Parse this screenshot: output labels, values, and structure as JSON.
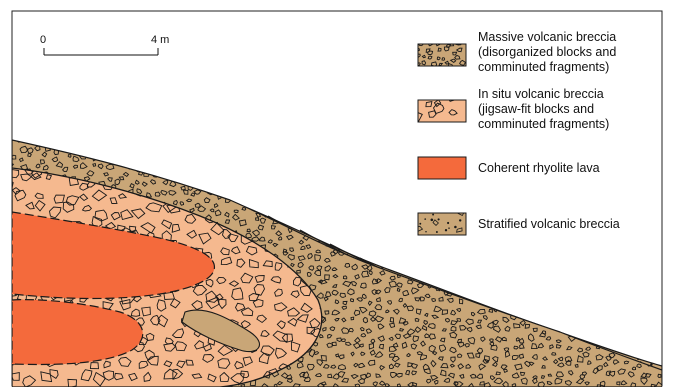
{
  "scale_bar": {
    "start_label": "0",
    "end_label": "4 m"
  },
  "legend": [
    {
      "key": "massive",
      "lines": [
        "Massive volcanic breccia",
        "(disorganized blocks and",
        "comminuted fragments)"
      ],
      "color": "#c9a677"
    },
    {
      "key": "insitu",
      "lines": [
        "In situ volcanic breccia",
        "(jigsaw-fit blocks and",
        "comminuted fragments)"
      ],
      "color": "#f5b98f"
    },
    {
      "key": "rhyolite",
      "lines": [
        "Coherent rhyolite lava"
      ],
      "color": "#f46a3c"
    },
    {
      "key": "stratified",
      "lines": [
        "Stratified volcanic breccia"
      ],
      "color": "#c9a677"
    }
  ],
  "colors": {
    "frame": "#222222",
    "tan": "#c9a677",
    "peach": "#f5b98f",
    "rhyolite": "#f46a3c",
    "outline": "#1a1a1a"
  }
}
